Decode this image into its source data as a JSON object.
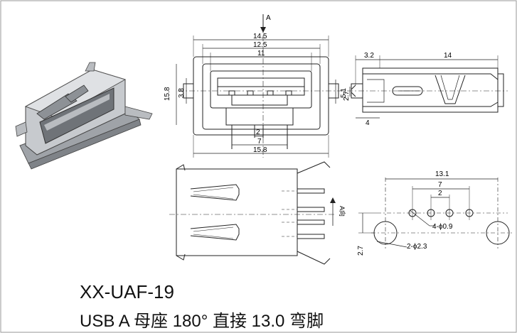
{
  "product": {
    "model": "XX-UAF-19",
    "description": "USB A 母座 180° 直接 13.0 弯脚"
  },
  "drawing": {
    "colors": {
      "line": "#222222",
      "photo_metal": "#b9bcc0",
      "photo_dark": "#6f7378"
    },
    "front_view": {
      "view_label": "A",
      "width_labels": [
        "14.5",
        "12.5",
        "11"
      ],
      "height_labels": [
        "15.8",
        "3.8",
        "5.1"
      ],
      "pin_labels": [
        "2",
        "7",
        "15.8"
      ]
    },
    "side_view": {
      "labels": [
        "3.2",
        "14",
        "2.7",
        "4"
      ]
    },
    "top_view": {
      "direction_label": "A向"
    },
    "footprint": {
      "labels": [
        "13.1",
        "7",
        "2",
        "4-ϕ0.9",
        "2-ϕ2.3",
        "2.7"
      ]
    }
  }
}
